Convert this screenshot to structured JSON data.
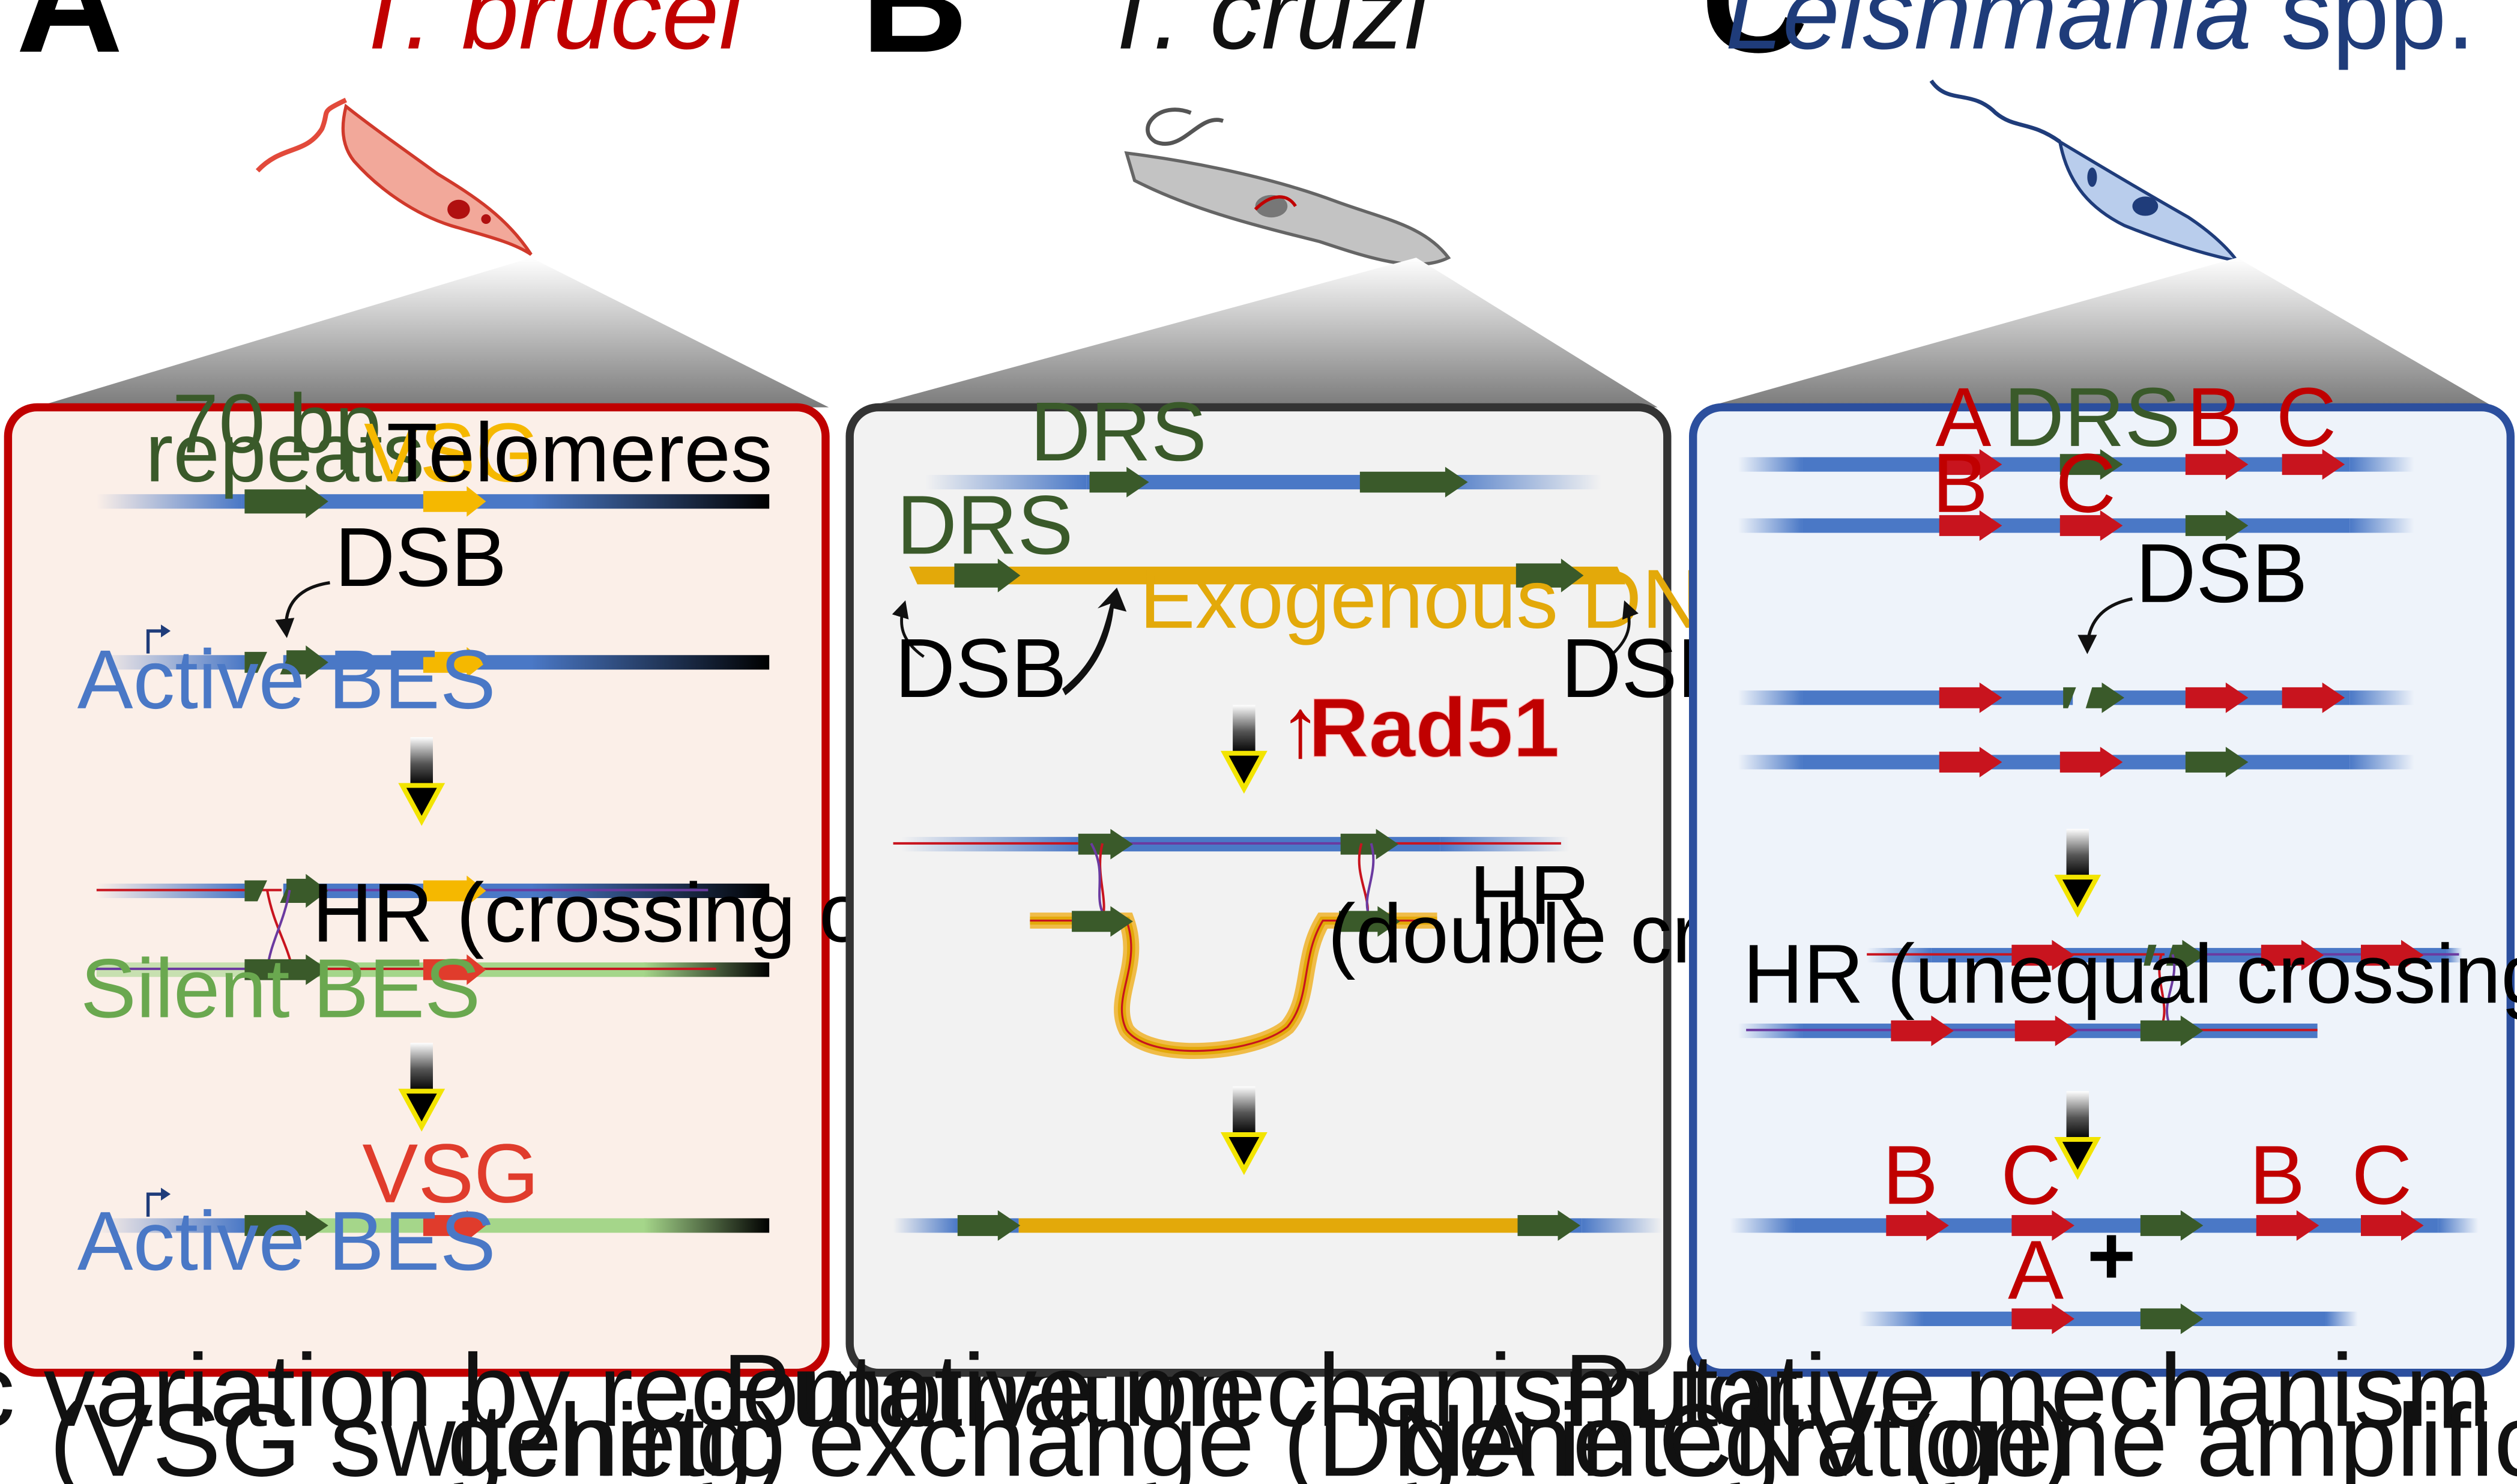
{
  "panels": [
    {
      "letter": "A",
      "species": "T. brucei",
      "species_color": "#c00000",
      "accent": "#c00000",
      "box_fill": "#fbefe8",
      "labels": {
        "repeats_line1": "70 bp",
        "repeats_line2": "repeats",
        "vsg_top": "VSG",
        "telomeres": "Telomeres",
        "dsb": "DSB",
        "active_bes": "Active BES",
        "hr": "HR (crossing over)",
        "silent_bes": "Silent BES",
        "vsg_bottom": "VSG",
        "active_bes_bottom": "Active BES"
      },
      "caption_line1": "Antigenic variation by recombination",
      "caption_line2": "(VSG switching)"
    },
    {
      "letter": "B",
      "species": "T. cruzi",
      "species_color": "#111111",
      "accent": "#333333",
      "box_fill": "#f2f2f2",
      "labels": {
        "drs_top": "DRS",
        "drs_exo": "DRS",
        "exogenous": "Exogenous DNA sequence",
        "dsb_left": "DSB",
        "dsb_right": "DSB",
        "rad51_arrow": "↑",
        "rad51": "Rad51",
        "hr_line1": "HR",
        "hr_line2": "(double crossing over)"
      },
      "caption_line1": "Putative mechanism for",
      "caption_line2": "genetic exchange (DNA integration)"
    },
    {
      "letter": "C",
      "species": "Leishmania",
      "species_suffix": " spp.",
      "species_color": "#1f3c7a",
      "accent": "#2c4f9e",
      "box_fill": "#eef3fa",
      "labels": {
        "gene_a": "A",
        "drs": "DRS",
        "gene_b": "B",
        "gene_c": "C",
        "gene_b2": "B",
        "gene_c2": "C",
        "dsb": "DSB",
        "hr": "HR (unequal crossing over)",
        "res_b1": "B",
        "res_c1": "C",
        "res_b2": "B",
        "res_c2": "C",
        "plus": "+",
        "res_a": "A"
      },
      "caption_line1": "Putative mechanism for",
      "caption_line2": "gene CNV (gene amplification)"
    }
  ],
  "colors": {
    "chromosome": "#4a78c6",
    "drs_arrow": "#3a5a2a",
    "vsg_arrow": "#f5b800",
    "gene_arrow": "#c8141e",
    "silent_bes": "#a5d68a",
    "exogenous": "#e3a90a",
    "down_arrow_edge": "#f2e400",
    "label_green": "#3a5a2a",
    "label_blue": "#4a78c6",
    "label_red": "#c00000",
    "label_lightgreen": "#6aa84f",
    "label_orange": "#e3a90a"
  }
}
